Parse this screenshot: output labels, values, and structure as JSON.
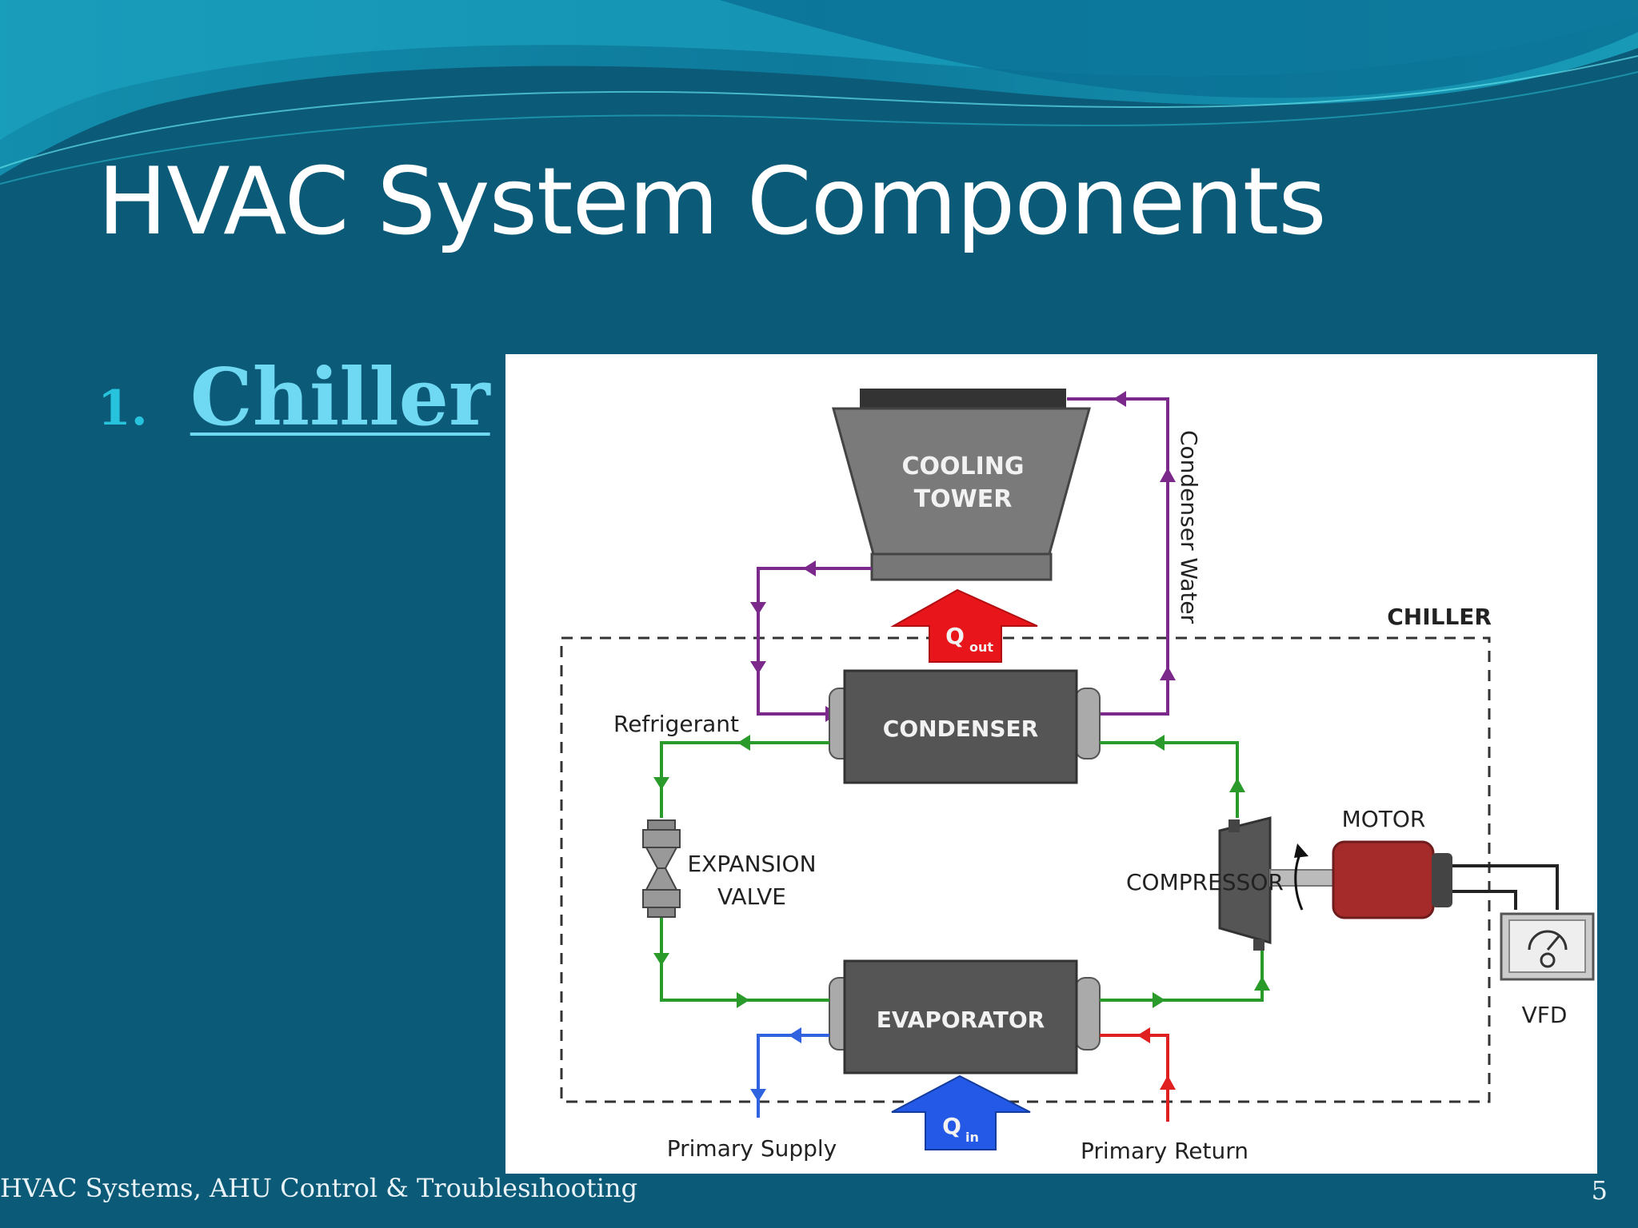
{
  "slide": {
    "title": "HVAC System Components",
    "bullet_number": "1.",
    "bullet_link": "Chiller",
    "footer_text": "HVAC Systems, AHU Control & Troublesıhooting",
    "page_number": "5"
  },
  "diagram": {
    "labels": {
      "cooling_tower_line1": "COOLING",
      "cooling_tower_line2": "TOWER",
      "condenser_water": "Condenser Water",
      "chiller": "CHILLER",
      "q_out": "Q",
      "q_out_sub": "out",
      "refrigerant": "Refrigerant",
      "condenser": "CONDENSER",
      "expansion_valve_line1": "EXPANSION",
      "expansion_valve_line2": "VALVE",
      "compressor": "COMPRESSOR",
      "motor": "MOTOR",
      "evaporator": "EVAPORATOR",
      "vfd": "VFD",
      "q_in": "Q",
      "q_in_sub": "in",
      "primary_supply": "Primary Supply",
      "primary_return": "Primary Return"
    },
    "colors": {
      "condenser_water": "#7b2a8c",
      "refrigerant": "#2a9a2a",
      "supply": "#2f63e0",
      "return": "#e02020",
      "heat_out": "#e8161a",
      "heat_in": "#2458e6",
      "motor": "#a52a2a",
      "component": "#555555"
    }
  }
}
